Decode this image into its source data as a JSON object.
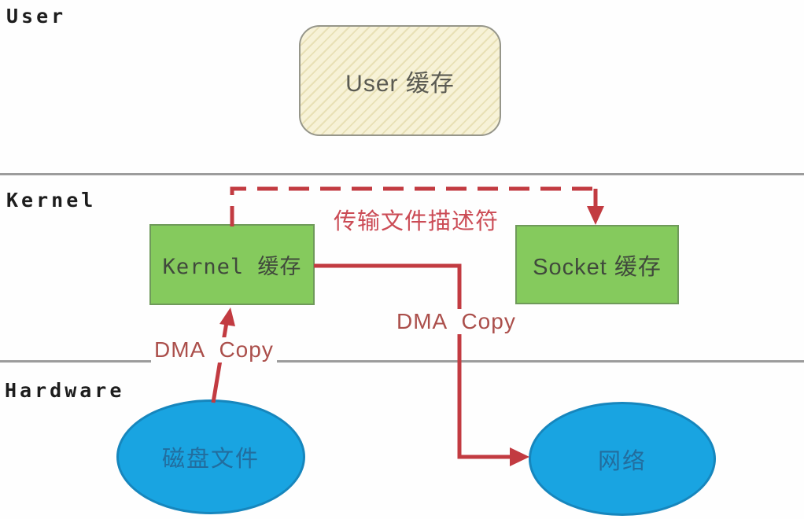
{
  "layers": {
    "user": "User",
    "kernel": "Kernel",
    "hardware": "Hardware"
  },
  "nodes": {
    "user_buffer": "User 缓存",
    "kernel_buffer": "Kernel 缓存",
    "socket_buffer": "Socket 缓存",
    "disk_file": "磁盘文件",
    "network": "网络"
  },
  "edges": {
    "fd_transfer": "传输文件描述符",
    "dma_copy_left": "DMA Copy",
    "dma_copy_right": "DMA Copy"
  },
  "colors": {
    "red_line": "#c23b41",
    "fd_text": "#cb4b55",
    "dma_text": "#ab4f4b",
    "green_fill": "#85ca5d",
    "green_border": "#6f9a5a",
    "blue_fill": "#19a4e1",
    "blue_border": "#1686bd",
    "cream_fill": "#f7f2d7",
    "hatch_line": "#e8e0b5",
    "divider_gray": "#9c9c9c"
  }
}
